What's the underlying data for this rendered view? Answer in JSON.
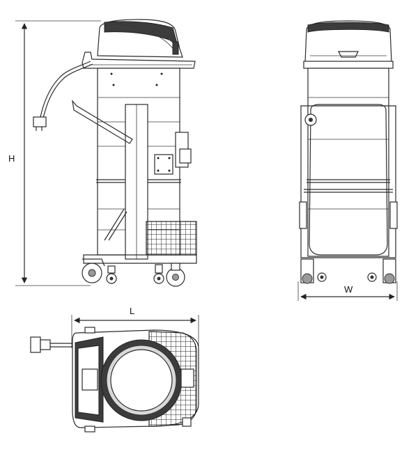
{
  "dimensions": {
    "height_label": "H",
    "width_label": "W",
    "length_label": "L"
  },
  "views": {
    "side": "side-view",
    "front": "front-view",
    "top": "top-view"
  },
  "colors": {
    "line": "#2a2a2a",
    "head": "#3c3c3c",
    "tank": "#d9d9d9"
  }
}
